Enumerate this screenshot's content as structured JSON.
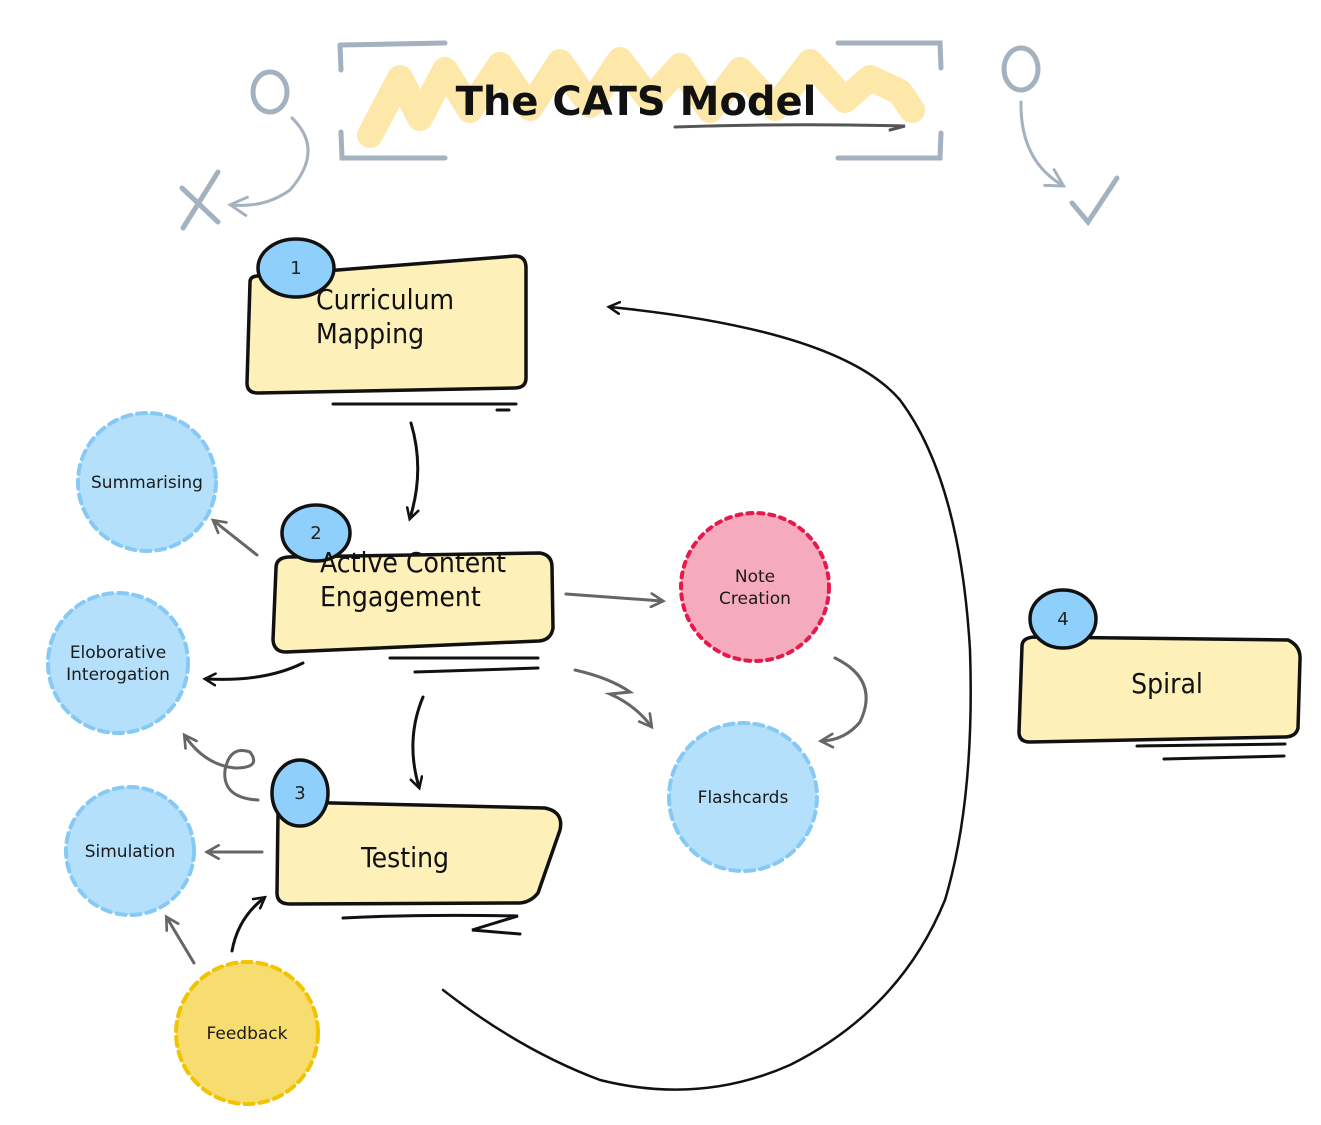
{
  "title": "The CATS Model",
  "colors": {
    "box_fill": "#fdf0b8",
    "badge_fill": "#8ecffb",
    "circle_blue_fill": "#b5e0fb",
    "circle_blue_stroke": "#86c9f5",
    "circle_pink_fill": "#f6aabd",
    "circle_pink_stroke": "#e6194b",
    "circle_yellow_fill": "#f7dc6f",
    "circle_yellow_stroke": "#f2c400",
    "highlight": "#fde7a5",
    "bracket": "#a4b1bf",
    "stroke": "#111111",
    "arrow_gray": "#666666"
  },
  "steps": [
    {
      "number": "1",
      "label_lines": [
        "Curriculum",
        "Mapping"
      ]
    },
    {
      "number": "2",
      "label_lines": [
        "Active Content",
        "Engagement"
      ]
    },
    {
      "number": "3",
      "label_lines": [
        "Testing"
      ]
    },
    {
      "number": "4",
      "label_lines": [
        "Spiral"
      ]
    }
  ],
  "techniques": [
    {
      "name": "summarising",
      "label_lines": [
        "Summarising"
      ],
      "style": "blue"
    },
    {
      "name": "elaborative-interrogation",
      "label_lines": [
        "Eloborative",
        "Interogation"
      ],
      "style": "blue"
    },
    {
      "name": "simulation",
      "label_lines": [
        "Simulation"
      ],
      "style": "blue"
    },
    {
      "name": "note-creation",
      "label_lines": [
        "Note",
        "Creation"
      ],
      "style": "pink"
    },
    {
      "name": "flashcards",
      "label_lines": [
        "Flashcards"
      ],
      "style": "blue"
    },
    {
      "name": "feedback",
      "label_lines": [
        "Feedback"
      ],
      "style": "yellow"
    }
  ],
  "connections": [
    {
      "from": "Curriculum Mapping",
      "to": "Active Content Engagement"
    },
    {
      "from": "Active Content Engagement",
      "to": "Summarising"
    },
    {
      "from": "Active Content Engagement",
      "to": "Eloborative Interogation"
    },
    {
      "from": "Active Content Engagement",
      "to": "Note Creation"
    },
    {
      "from": "Active Content Engagement",
      "to": "Flashcards"
    },
    {
      "from": "Active Content Engagement",
      "to": "Testing"
    },
    {
      "from": "Note Creation",
      "to": "Flashcards"
    },
    {
      "from": "Testing",
      "to": "Eloborative Interogation"
    },
    {
      "from": "Testing",
      "to": "Simulation"
    },
    {
      "from": "Feedback",
      "to": "Simulation"
    },
    {
      "from": "Feedback",
      "to": "Testing"
    },
    {
      "from": "Testing",
      "to": "Curriculum Mapping"
    }
  ],
  "decorations": {
    "left": [
      "circle-icon",
      "curved-arrow-icon",
      "cross-icon"
    ],
    "right": [
      "circle-icon",
      "curved-arrow-icon",
      "checkmark-icon"
    ]
  }
}
